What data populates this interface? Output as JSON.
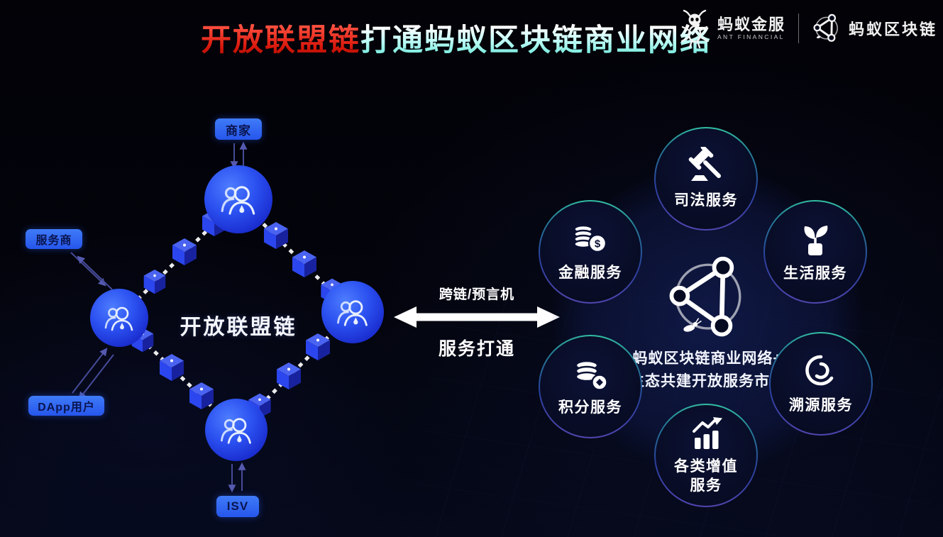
{
  "title": {
    "red": "开放联盟链",
    "light": "打通蚂蚁区块链商业网络"
  },
  "header_logos": {
    "ant_financial": {
      "name": "蚂蚁金服",
      "subtitle": "ANT FINANCIAL",
      "icon": "ant-mascot-icon"
    },
    "ant_blockchain": {
      "name": "蚂蚁区块链",
      "icon": "blockchain-triangle-icon"
    }
  },
  "alliance_chain": {
    "center_label": "开放联盟链",
    "participants": [
      {
        "label": "商家"
      },
      {
        "label": "服务商"
      },
      {
        "label": "DApp用户"
      },
      {
        "label": "ISV"
      }
    ],
    "node_icon": "user-group-icon",
    "chain_icon": "block-cube-icon"
  },
  "bridge": {
    "label_top": "跨链/预言机",
    "label_bottom": "服务打通"
  },
  "business_network": {
    "caption_line1": "蚂蚁区块链商业网络+",
    "caption_line2": "生态共建开放服务市场",
    "hub_icon": "network-triangle-icon",
    "services": [
      {
        "label": "司法服务",
        "icon": "gavel-icon"
      },
      {
        "label": "金融服务",
        "icon": "coins-dollar-icon"
      },
      {
        "label": "生活服务",
        "icon": "sprout-icon"
      },
      {
        "label": "积分服务",
        "icon": "coin-stack-icon"
      },
      {
        "label": "溯源服务",
        "icon": "trace-spiral-icon"
      },
      {
        "label": "各类增值服务",
        "label_line1": "各类增值",
        "label_line2": "服务",
        "icon": "growth-chart-icon"
      }
    ]
  },
  "colors": {
    "title_red": "#d8170b",
    "title_cyan": "#7debe0",
    "node_blue": "#2b50f0",
    "chip_blue": "#2e6cf5",
    "chip_text": "#0a1550",
    "ring_teal": "#35c9a6",
    "background": "#03040c"
  }
}
